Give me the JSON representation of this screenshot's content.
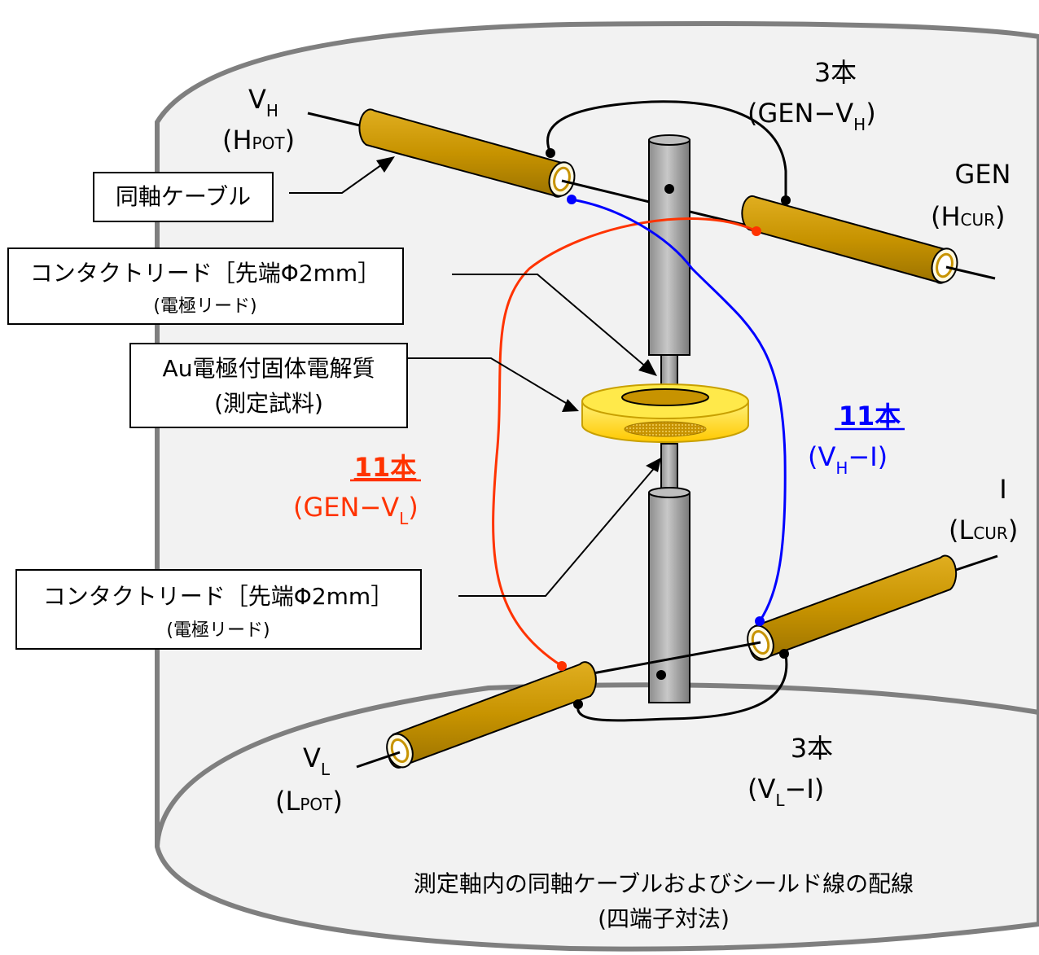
{
  "labels": {
    "vh": {
      "main": "V",
      "sub": "H",
      "paren_open": "(",
      "paren_main": "H",
      "paren_sub": "POT",
      "paren_close": ")"
    },
    "gen": {
      "main": "GEN",
      "paren_open": "(",
      "paren_main": "H",
      "paren_sub": "CUR",
      "paren_close": ")"
    },
    "i_term": {
      "main": "I",
      "paren_open": "(",
      "paren_main": "L",
      "paren_sub": "CUR",
      "paren_close": ")"
    },
    "vl": {
      "main": "V",
      "sub": "L",
      "paren_open": "(",
      "paren_main": "L",
      "paren_sub": "POT",
      "paren_close": ")"
    },
    "top_count": {
      "count": "3本",
      "open": "(GEN−V",
      "sub": "H",
      "close": ")"
    },
    "bottom_count": {
      "count": "3本",
      "open": "(V",
      "sub": "L",
      "close": "−I)"
    },
    "red_count": {
      "count": "11本",
      "open": "(GEN−V",
      "sub": "L",
      "close": ")"
    },
    "blue_count": {
      "count": "11本",
      "open": "(V",
      "sub": "H",
      "close": "−I)"
    }
  },
  "callouts": {
    "coax": "同軸ケーブル",
    "contact_top": {
      "line1": "コンタクトリード［先端Φ2mm］",
      "line2": "(電極リード)"
    },
    "sample": {
      "line1": "Au電極付固体電解質",
      "line2": "(測定試料)"
    },
    "contact_bottom": {
      "line1": "コンタクトリード［先端Φ2mm］",
      "line2": "(電極リード)"
    }
  },
  "caption": {
    "line1": "測定軸内の同軸ケーブルおよびシールド線の配線",
    "line2": "(四端子対法)"
  },
  "colors": {
    "cable": "#C79300",
    "red_wire": "#FF3300",
    "blue_wire": "#0000FF",
    "rod": "#A6A6A6",
    "sample": "#FFD200",
    "vessel": "#F2F2F2"
  }
}
